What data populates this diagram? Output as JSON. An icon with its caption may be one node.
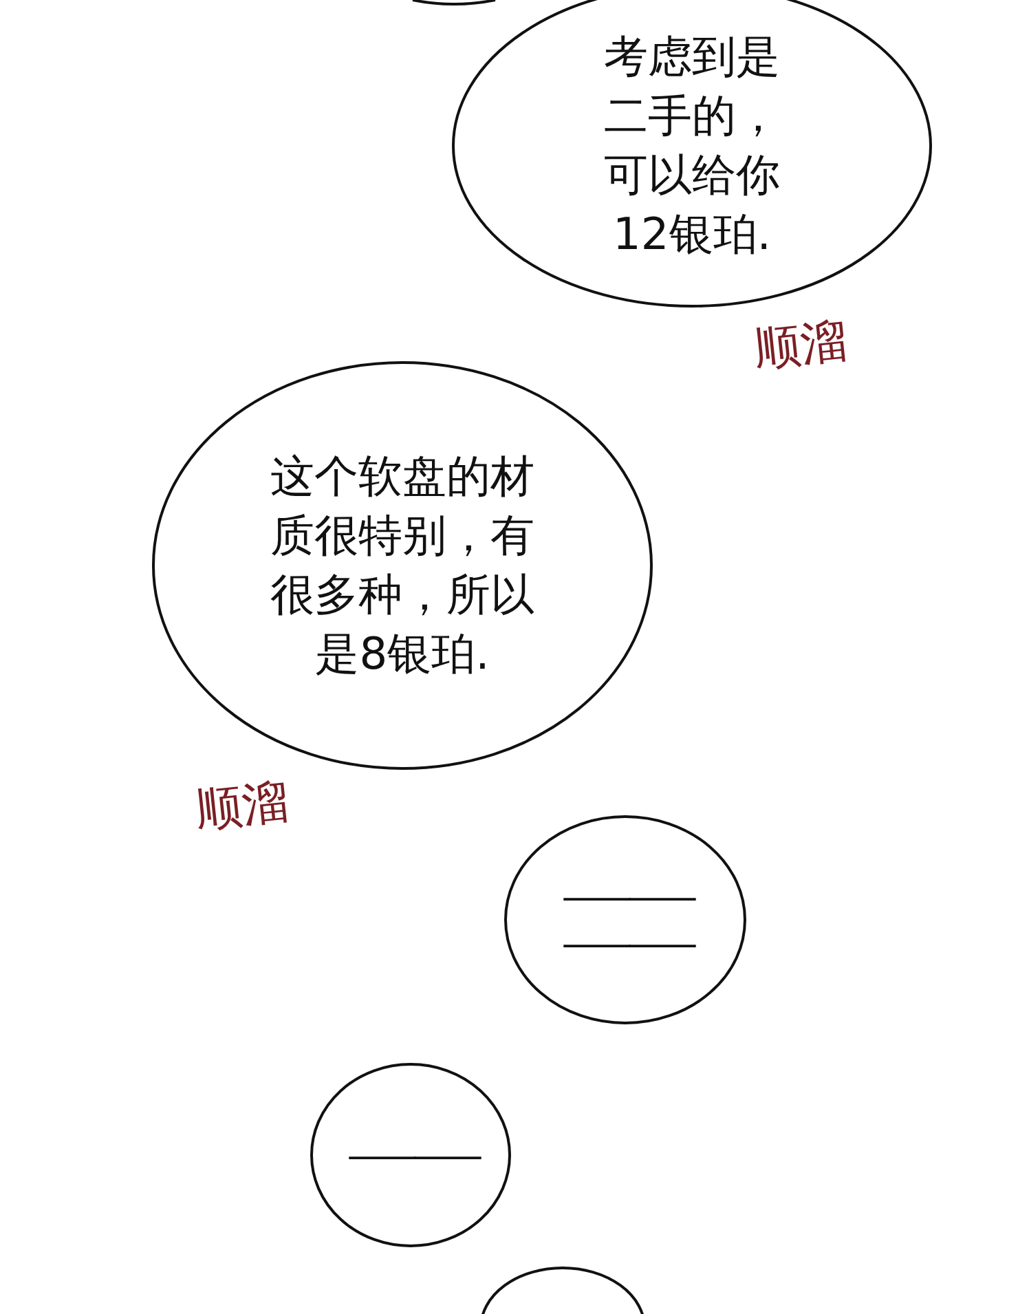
{
  "diagram": {
    "nodes": [
      {
        "text": [
          "考虑到是二手的，可以给你12银珀."
        ],
        "beside": [
          "顺溜"
        ]
      },
      {
        "text": [
          "这个软盘的材质很特别，有很多种，所以是8银珀."
        ],
        "beside": [
          "顺溜"
        ]
      },
      {
        "text": [
          "——",
          "——"
        ]
      },
      {
        "text": [
          "——"
        ]
      },
      {
        "text": [],
        "shape": "circle"
      }
    ]
  }
}
